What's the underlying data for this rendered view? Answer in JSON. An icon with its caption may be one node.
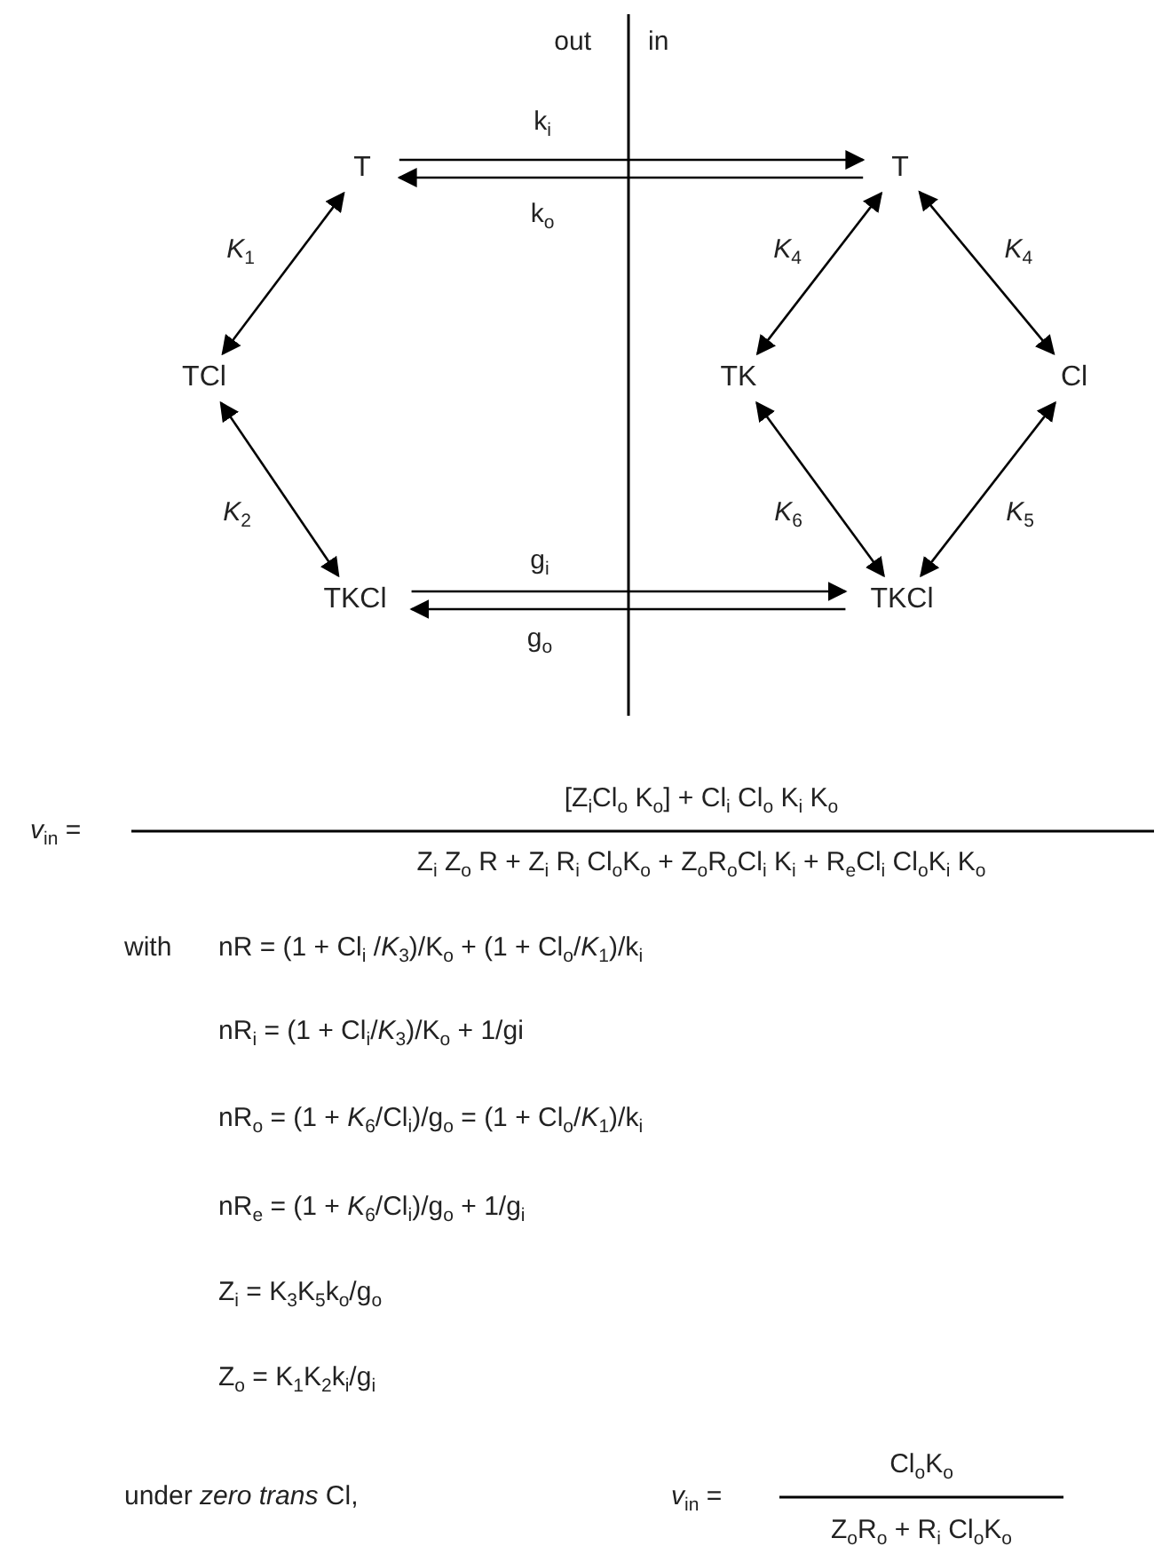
{
  "diagram": {
    "nodes": [
      {
        "text": [
          "T"
        ]
      },
      {
        "text": [
          "TCl"
        ]
      },
      {
        "text": [
          "TKCl"
        ]
      },
      {
        "text": [
          "T"
        ]
      },
      {
        "text": [
          "TK"
        ]
      },
      {
        "text": [
          "Cl"
        ]
      },
      {
        "text": [
          "TKCl"
        ]
      }
    ],
    "edges": [
      {
        "from": 0,
        "to": 3,
        "arrow": "to",
        "label": "k$_{i}$"
      },
      {
        "from": 3,
        "to": 0,
        "arrow": "to",
        "label": "k$_{o}$"
      },
      {
        "from": 0,
        "to": 1,
        "arrow": "both",
        "label": "*K*$_{1}$"
      },
      {
        "from": 1,
        "to": 2,
        "arrow": "both",
        "label": "*K*$_{2}$"
      },
      {
        "from": 2,
        "to": 6,
        "arrow": "to",
        "label": "g$_{i}$"
      },
      {
        "from": 6,
        "to": 2,
        "arrow": "to",
        "label": "g$_{o}$"
      },
      {
        "from": 3,
        "to": 4,
        "arrow": "both",
        "label": "*K*$_{4}$"
      },
      {
        "from": 3,
        "to": 5,
        "arrow": "both",
        "label": "*K*$_{4}$"
      },
      {
        "from": 4,
        "to": 6,
        "arrow": "both",
        "label": "*K*$_{6}$"
      },
      {
        "from": 5,
        "to": 6,
        "arrow": "both",
        "label": "*K*$_{5}$"
      }
    ],
    "labels": [
      "out",
      "in",
      "*v*$_{in}$ =",
      "[Z$_{i}$Cl$_{o}$ K$_{o}$] + Cl$_{i}$ Cl$_{o}$ K$_{i}$ K$_{o}$",
      "Z$_{i}$ Z$_{o}$ R + Z$_{i}$ R$_{i}$ Cl$_{o}$K$_{o}$ + Z$_{o}$R$_{o}$Cl$_{i}$ K$_{i}$ + R$_{e}$Cl$_{i}$ Cl$_{o}$K$_{i}$ K$_{o}$",
      "with",
      "nR = (1 + Cl$_{i}$ /*K*$_{3}$)/K$_{o}$ + (1 + Cl$_{o}$/*K*$_{1}$)/k$_{i}$",
      "nR$_{i}$ = (1 + Cl$_{i}$/*K*$_{3}$)/K$_{o}$ + 1/gi",
      "nR$_{o}$ = (1 + *K*$_{6}$/Cl$_{i}$)/g$_{o}$ = (1 + Cl$_{o}$/*K*$_{1}$)/k$_{i}$",
      "nR$_{e}$ = (1 + *K*$_{6}$/Cl$_{i}$)/g$_{o}$ + 1/g$_{i}$",
      "Z$_{i}$ = K$_{3}$K$_{5}$k$_{o}$/g$_{o}$",
      "Z$_{o}$ = K$_{1}$K$_{2}$k$_{i}$/g$_{i}$",
      "under *zero trans* Cl,",
      "*v*$_{in}$ =",
      "Cl$_{o}$K$_{o}$",
      "Z$_{o}$R$_{o}$ + R$_{i}$ Cl$_{o}$K$_{o}$"
    ]
  }
}
